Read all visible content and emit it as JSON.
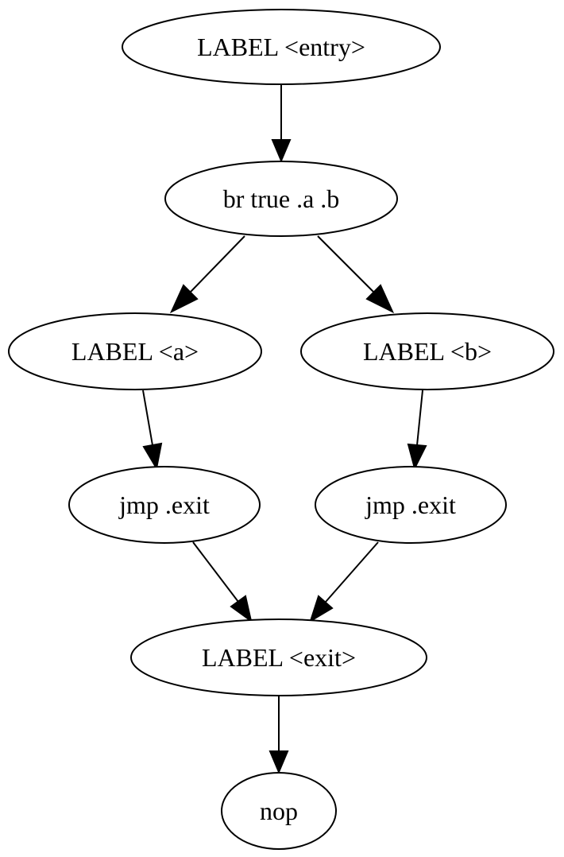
{
  "graph": {
    "nodes": {
      "entry": "LABEL <entry>",
      "br": "br true .a .b",
      "label_a": "LABEL <a>",
      "label_b": "LABEL <b>",
      "jmp_a": "jmp .exit",
      "jmp_b": "jmp .exit",
      "label_exit": "LABEL <exit>",
      "nop": "nop"
    },
    "edges": [
      {
        "from": "entry",
        "to": "br"
      },
      {
        "from": "br",
        "to": "label_a"
      },
      {
        "from": "br",
        "to": "label_b"
      },
      {
        "from": "label_a",
        "to": "jmp_a"
      },
      {
        "from": "label_b",
        "to": "jmp_b"
      },
      {
        "from": "jmp_a",
        "to": "label_exit"
      },
      {
        "from": "jmp_b",
        "to": "label_exit"
      },
      {
        "from": "label_exit",
        "to": "nop"
      }
    ]
  }
}
